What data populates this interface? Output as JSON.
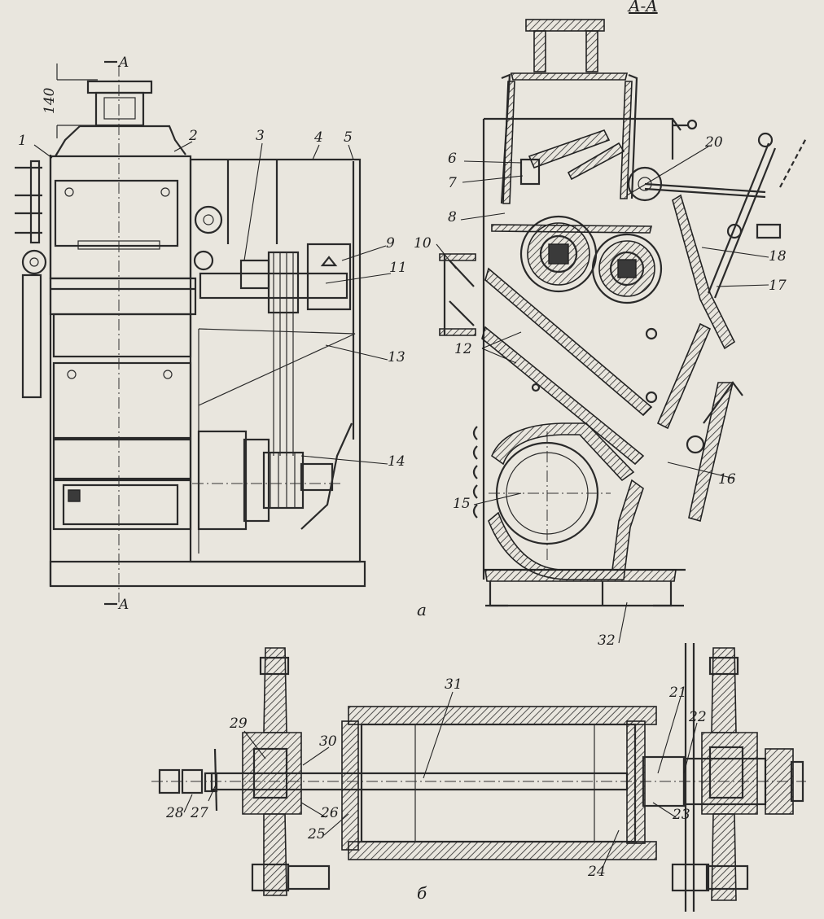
{
  "views": {
    "section_title": "A-A",
    "section_mark_top": "A",
    "section_mark_bottom": "A",
    "dimension": "140",
    "view_a_caption": "a",
    "view_b_caption": "б"
  },
  "callouts": [
    "1",
    "2",
    "3",
    "4",
    "5",
    "6",
    "7",
    "8",
    "9",
    "10",
    "11",
    "12",
    "13",
    "14",
    "15",
    "16",
    "17",
    "18",
    "20",
    "21",
    "22",
    "23",
    "24",
    "25",
    "26",
    "27",
    "28",
    "29",
    "30",
    "31",
    "32"
  ],
  "colors": {
    "paper": "#e9e6de",
    "ink": "#2a2a2a"
  }
}
